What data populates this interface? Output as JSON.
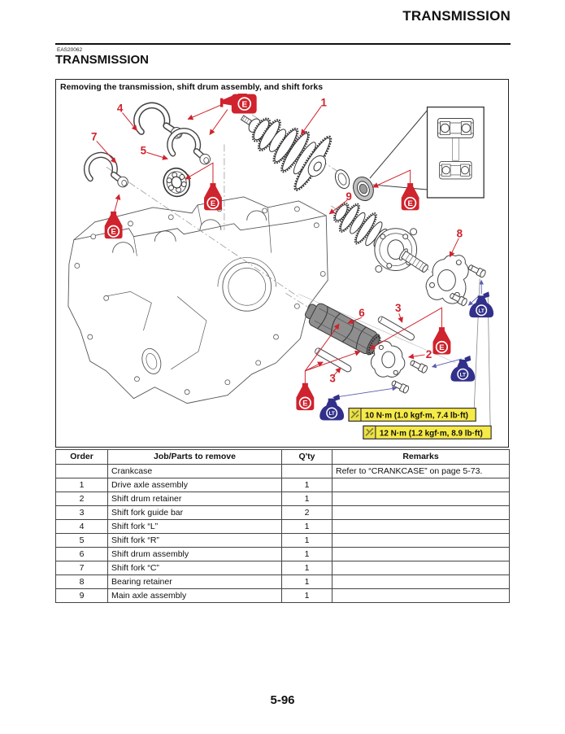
{
  "page": {
    "header_title": "TRANSMISSION",
    "section_code": "EAS20062",
    "section_title": "TRANSMISSION",
    "page_number": "5-96"
  },
  "figure": {
    "title": "Removing the transmission, shift drum assembly, and shift forks",
    "callouts": {
      "c1": "1",
      "c2": "2",
      "c3a": "3",
      "c3b": "3",
      "c4": "4",
      "c5": "5",
      "c6": "6",
      "c7": "7",
      "c8": "8",
      "c9": "9"
    },
    "oil_symbol": "E",
    "loctite_symbol": "LT",
    "torque_specs": [
      "10 N·m (1.0 kgf·m, 7.4 lb·ft)",
      "12 N·m (1.2 kgf·m, 8.9 lb·ft)"
    ],
    "colors": {
      "callout_red": "#cf232d",
      "loctite_blue": "#31308a",
      "torque_yellow": "#f6ea48"
    }
  },
  "table": {
    "headers": [
      "Order",
      "Job/Parts to remove",
      "Q'ty",
      "Remarks"
    ],
    "rows": [
      {
        "order": "",
        "job": "Crankcase",
        "qty": "",
        "remarks": "Refer to “CRANKCASE” on page 5-73."
      },
      {
        "order": "1",
        "job": "Drive axle assembly",
        "qty": "1",
        "remarks": ""
      },
      {
        "order": "2",
        "job": "Shift drum retainer",
        "qty": "1",
        "remarks": ""
      },
      {
        "order": "3",
        "job": "Shift fork guide bar",
        "qty": "2",
        "remarks": ""
      },
      {
        "order": "4",
        "job": "Shift fork “L”",
        "qty": "1",
        "remarks": ""
      },
      {
        "order": "5",
        "job": "Shift fork “R”",
        "qty": "1",
        "remarks": ""
      },
      {
        "order": "6",
        "job": "Shift drum assembly",
        "qty": "1",
        "remarks": ""
      },
      {
        "order": "7",
        "job": "Shift fork “C”",
        "qty": "1",
        "remarks": ""
      },
      {
        "order": "8",
        "job": "Bearing retainer",
        "qty": "1",
        "remarks": ""
      },
      {
        "order": "9",
        "job": "Main axle assembly",
        "qty": "1",
        "remarks": ""
      }
    ]
  }
}
